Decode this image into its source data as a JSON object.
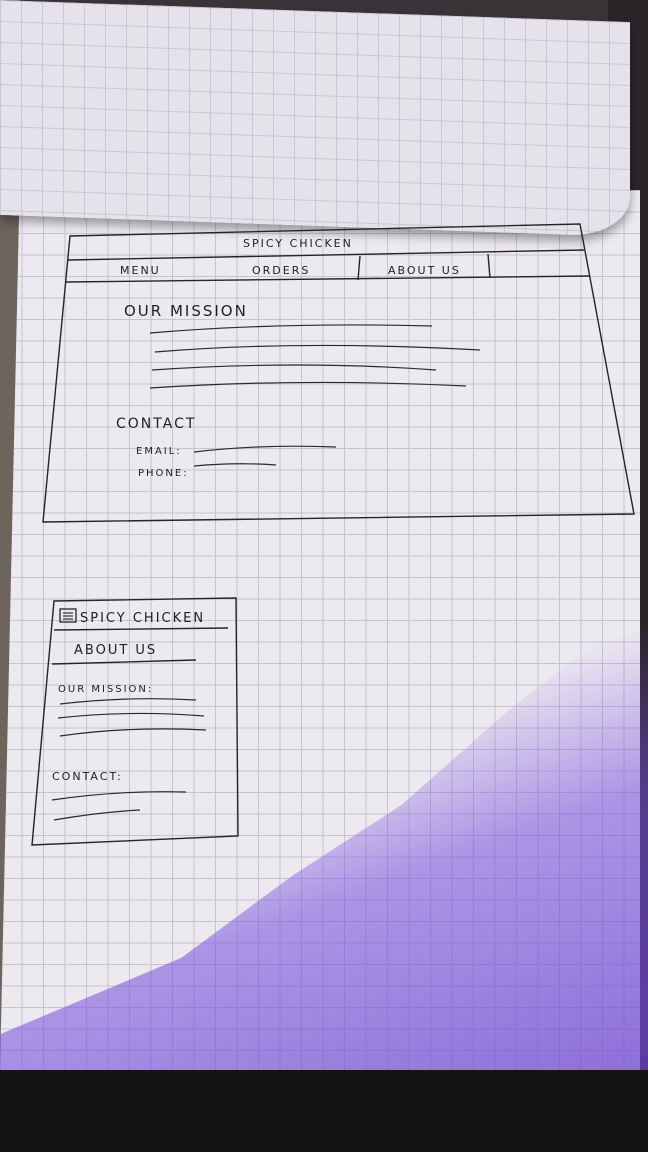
{
  "desktop_wireframe": {
    "title": "SPICY CHICKEN",
    "nav": [
      "MENU",
      "ORDERS",
      "ABOUT US"
    ],
    "mission_heading": "OUR MISSION",
    "contact_heading": "CONTACT",
    "email_label": "EMAIL:",
    "phone_label": "PHONE:"
  },
  "mobile_wireframe": {
    "title": "SPICY CHICKEN",
    "menu_icon": "hamburger-menu-icon",
    "section": "ABOUT US",
    "mission_heading": "OUR MISSION:",
    "contact_heading": "CONTACT:"
  }
}
